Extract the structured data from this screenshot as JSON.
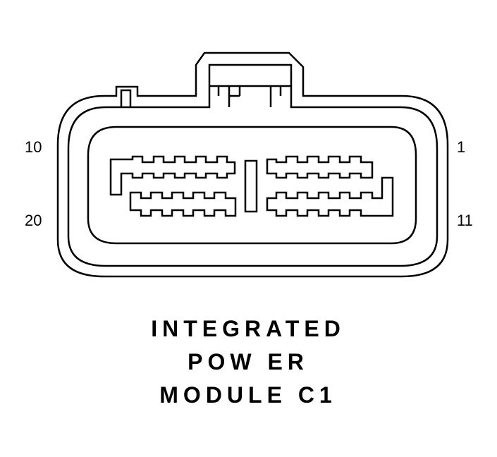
{
  "pin_labels": {
    "top_left": "10",
    "bottom_left": "20",
    "top_right": "1",
    "bottom_right": "11"
  },
  "title": {
    "line1": "INTEGRATED",
    "line2": "POW ER",
    "line3": "MODULE C1"
  },
  "colors": {
    "stroke": "#000000",
    "background": "#ffffff"
  }
}
